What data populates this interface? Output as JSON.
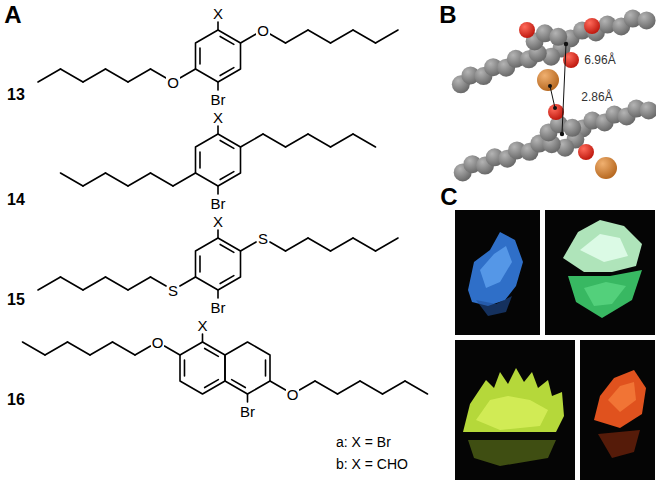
{
  "diagram": {
    "labels": [
      "A",
      "13",
      "X",
      "O",
      "O",
      "Br",
      "14",
      "X",
      "Br",
      "15",
      "X",
      "S",
      "S",
      "Br",
      "16",
      "X",
      "O",
      "O",
      "Br",
      "a: X = Br",
      "b: X = CHO",
      "B",
      "6.96Å",
      "2.86Å",
      "C"
    ]
  }
}
